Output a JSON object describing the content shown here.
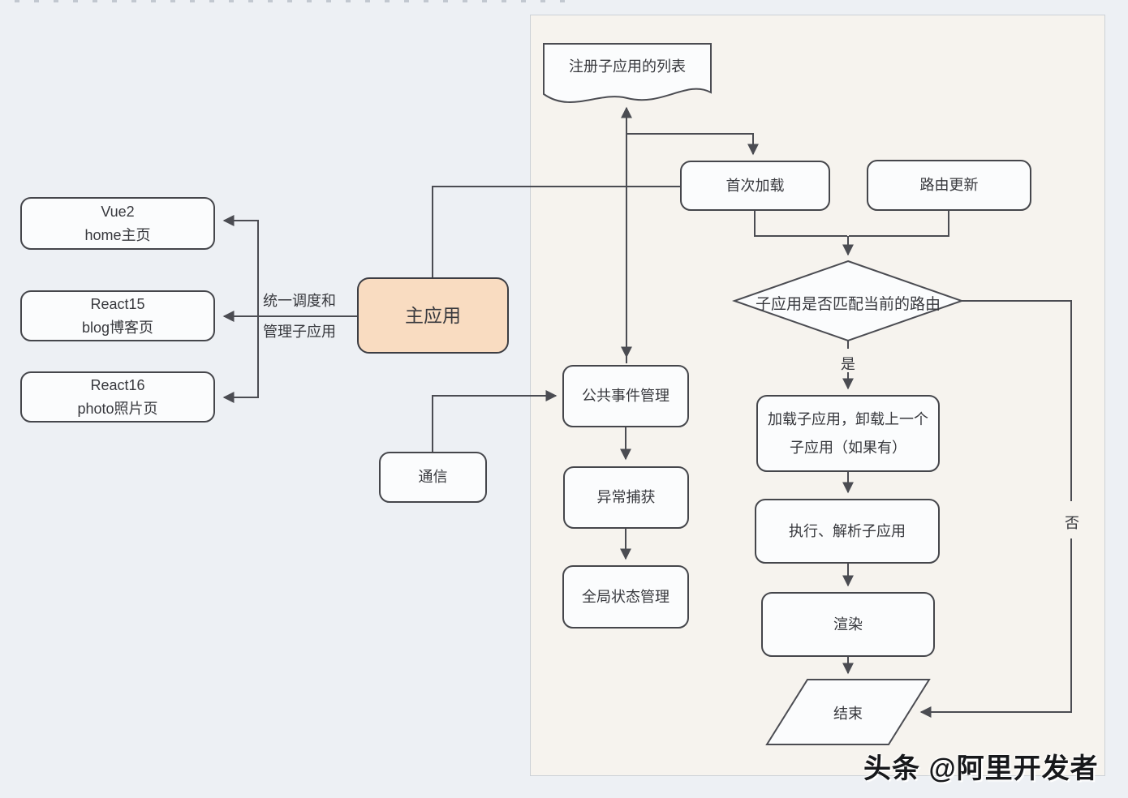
{
  "diagram": {
    "left_apps": [
      {
        "line1": "Vue2",
        "line2": "home主页"
      },
      {
        "line1": "React15",
        "line2": "blog博客页"
      },
      {
        "line1": "React16",
        "line2": "photo照片页"
      }
    ],
    "main_app": "主应用",
    "dispatch_label_line1": "统一调度和",
    "dispatch_label_line2": "管理子应用",
    "comm": "通信",
    "panel": {
      "registry_doc": "注册子应用的列表",
      "first_load": "首次加载",
      "route_update": "路由更新",
      "decision": "子应用是否匹配当前的路由",
      "yes_label": "是",
      "no_label": "否",
      "load_line1": "加载子应用，卸载上一个",
      "load_line2": "子应用（如果有）",
      "execute": "执行、解析子应用",
      "render": "渲染",
      "end": "结束",
      "event_mgmt": "公共事件管理",
      "exception": "异常捕获",
      "global_state": "全局状态管理"
    },
    "watermark": "头条 @阿里开发者",
    "colors": {
      "page_bg": "#edf0f4",
      "panel_bg": "#f6f3ee",
      "node_fill": "#fbfcfd",
      "node_border": "#45464b",
      "main_app_fill": "#f9dcc1",
      "connector": "#4b4c52",
      "watermark_color": "#17181b"
    }
  }
}
